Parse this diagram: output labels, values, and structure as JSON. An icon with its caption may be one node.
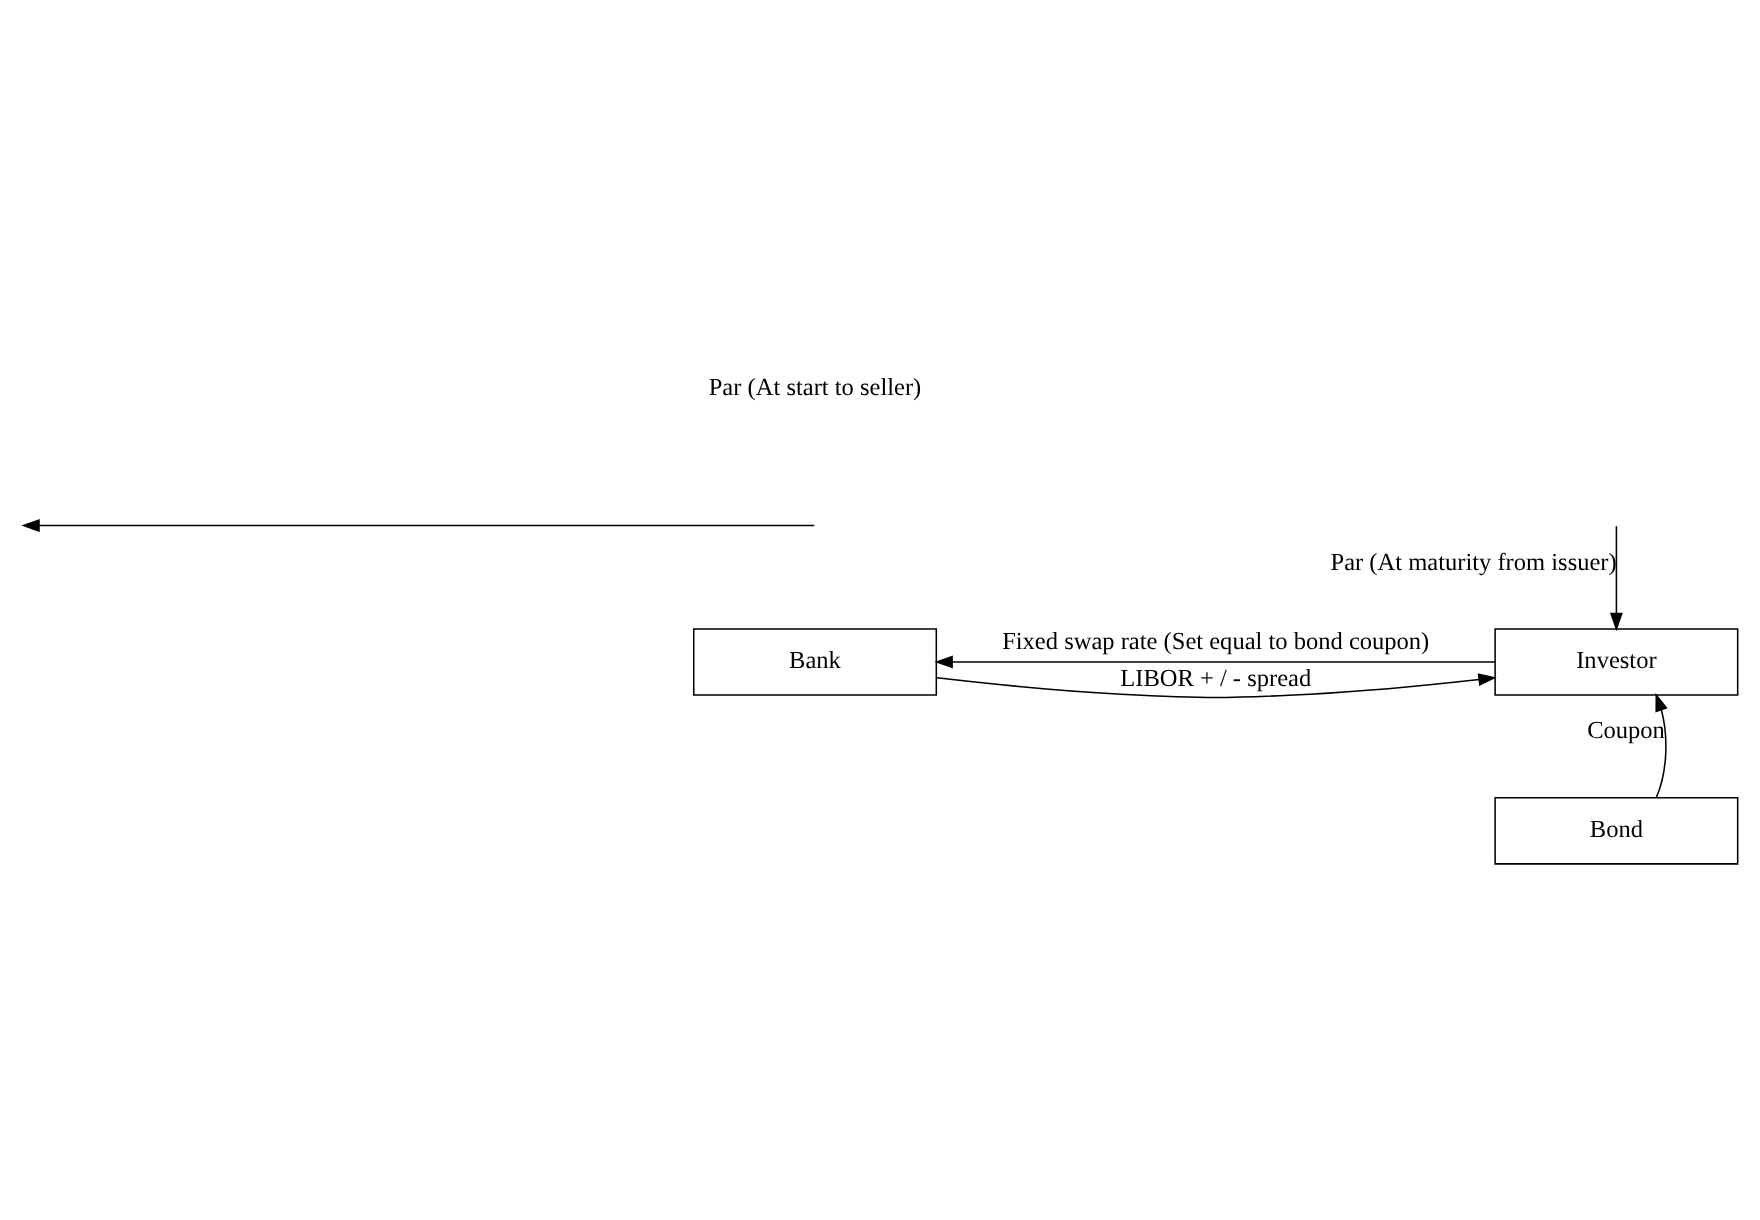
{
  "diagram": {
    "nodes": [
      {
        "text": [
          "Bank"
        ]
      },
      {
        "text": [
          "Investor"
        ]
      },
      {
        "text": [
          "Bond"
        ]
      }
    ],
    "edges": [
      {
        "from": null,
        "to": 1,
        "arrow": "to",
        "label": "Par (At maturity from issuer)"
      },
      {
        "from": 0,
        "to": 1,
        "arrow": "to",
        "label": "LIBOR + / - spread"
      },
      {
        "from": 1,
        "to": 0,
        "arrow": "to",
        "label": "Fixed swap rate (Set equal to bond coupon)"
      },
      {
        "from": 2,
        "to": 1,
        "arrow": "to",
        "label": "Coupon"
      }
    ],
    "labels": [
      "Par (At start to seller)"
    ]
  }
}
